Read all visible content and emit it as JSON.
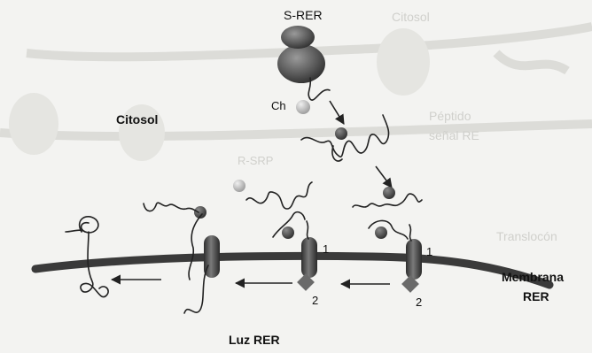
{
  "labels": {
    "s_rer": "S-RER",
    "ch": "Ch",
    "citosol": "Citosol",
    "membrana_line1": "Membrana",
    "membrana_line2": "RER",
    "luz_rer": "Luz RER",
    "num_1": "1",
    "num_2": "2"
  },
  "background_ghost_text": {
    "citosol_top": "Citosol",
    "peptido_line1": "Péptido",
    "peptido_line2": "señal RE",
    "r_srp": "R-SRP",
    "translocon": "Translocón"
  },
  "colors": {
    "membrane": "#3a3a3a",
    "ribosome_dark": "#5a5a5a",
    "chaperone_light": "#c8c8c8",
    "signal_dark": "#4a4a4a",
    "diamond": "#6a6a6a",
    "ghost": "#dcdcd8"
  }
}
